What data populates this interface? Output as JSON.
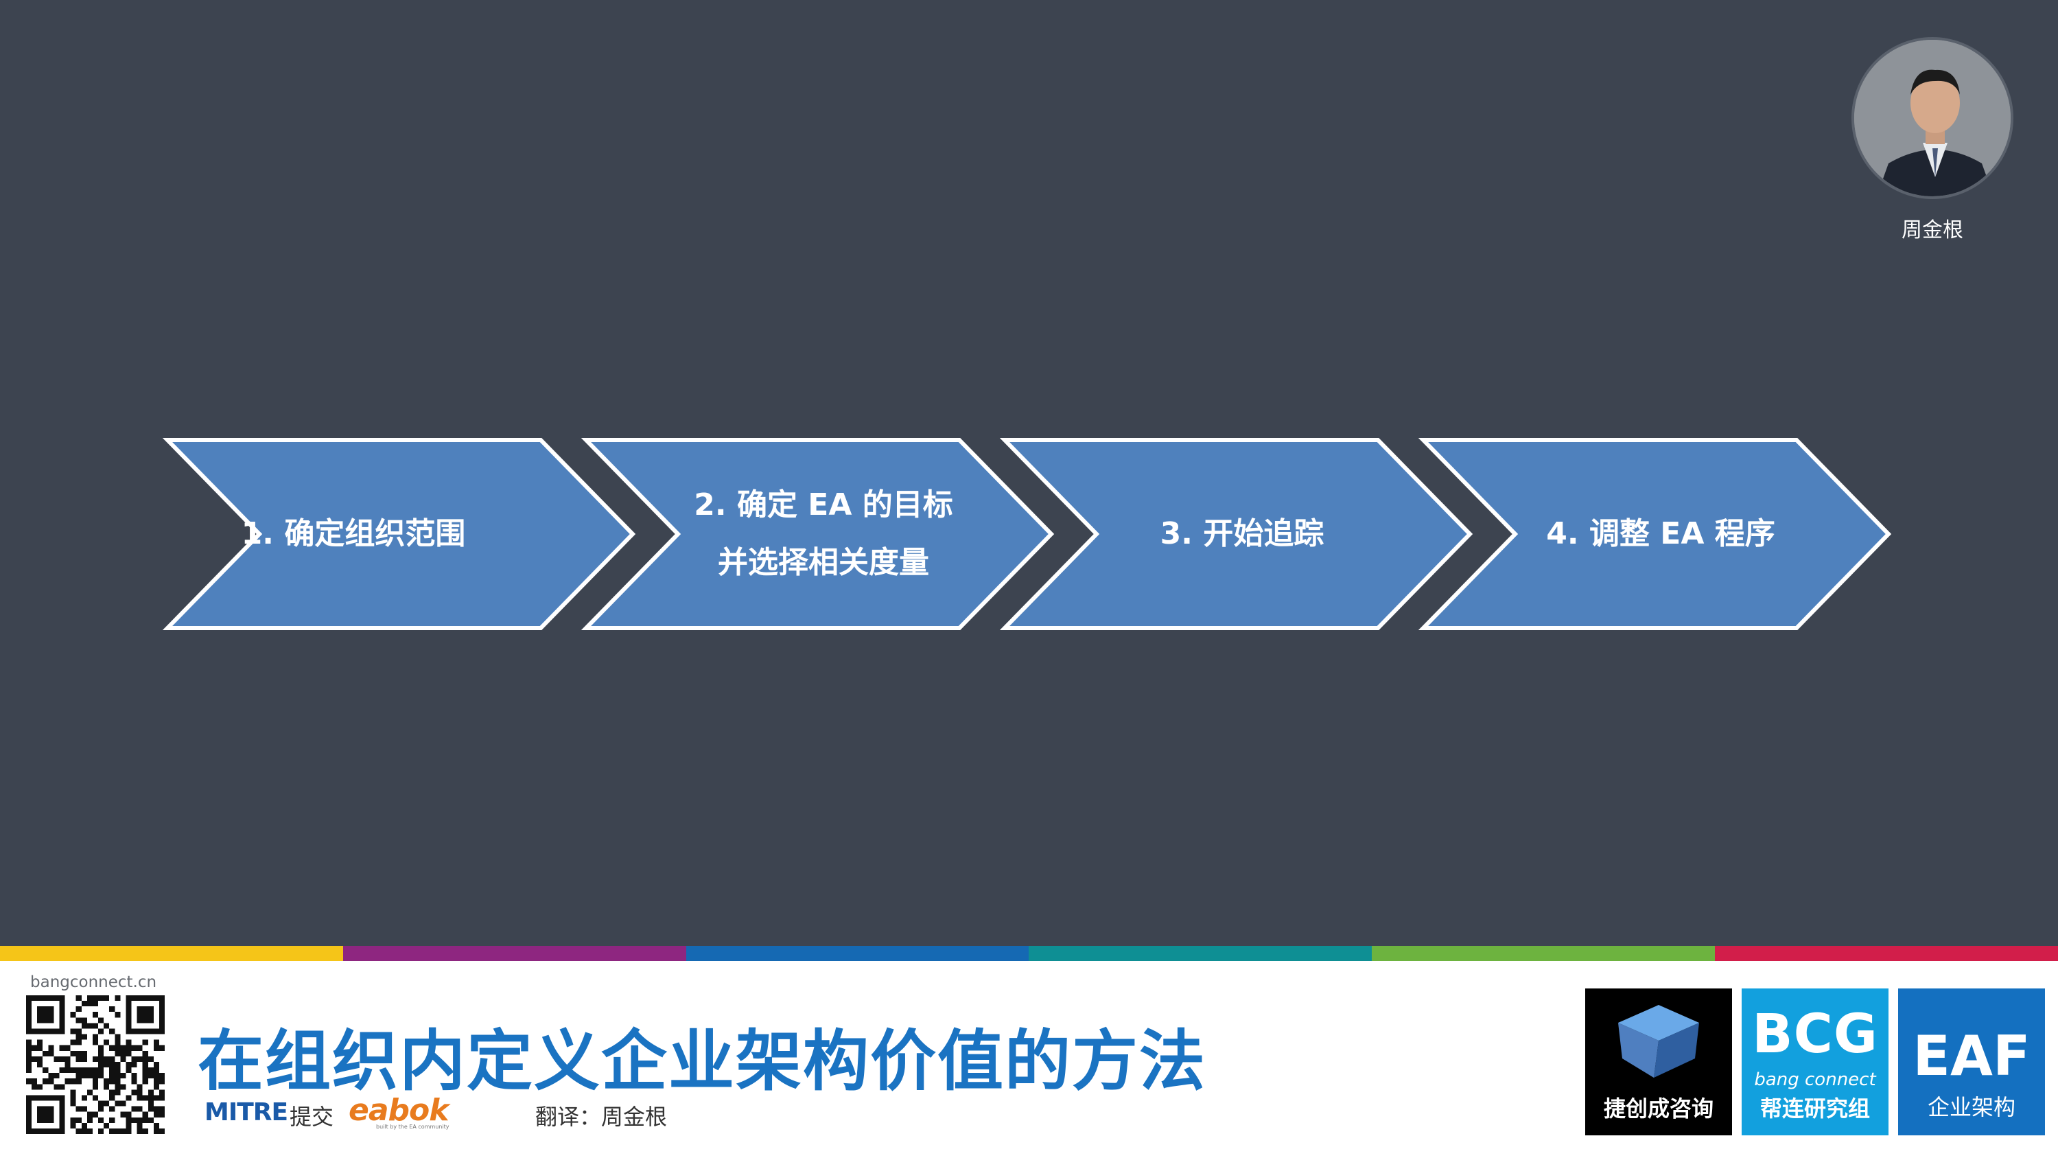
{
  "presenter": {
    "name": "周金根"
  },
  "process": {
    "steps": [
      {
        "line1": "1. 确定组织范围",
        "line2": ""
      },
      {
        "line1": "2. 确定 EA 的目标",
        "line2": "并选择相关度量"
      },
      {
        "line1": "3. 开始追踪",
        "line2": ""
      },
      {
        "line1": "4. 调整 EA 程序",
        "line2": ""
      }
    ],
    "arrow_fill": "#4f81bd",
    "arrow_stroke": "#ffffff"
  },
  "color_strip": [
    "#f5c518",
    "#8e2680",
    "#1569b3",
    "#0e8f94",
    "#6db33f",
    "#d21e4a"
  ],
  "footer": {
    "site_url": "bangconnect.cn",
    "title": "在组织内定义企业架构价值的方法",
    "mitre_logo": "MITRE",
    "submitted_label": "提交",
    "eabok_logo": "eabok",
    "eabok_tagline": "built by the EA community",
    "translator": "翻译：周金根"
  },
  "brands": {
    "jcc": {
      "label": "捷创成咨询"
    },
    "bcg": {
      "big": "BCG",
      "small": "bang connect",
      "label": "帮连研究组"
    },
    "eaf": {
      "big": "EAF",
      "label": "企业架构"
    }
  }
}
